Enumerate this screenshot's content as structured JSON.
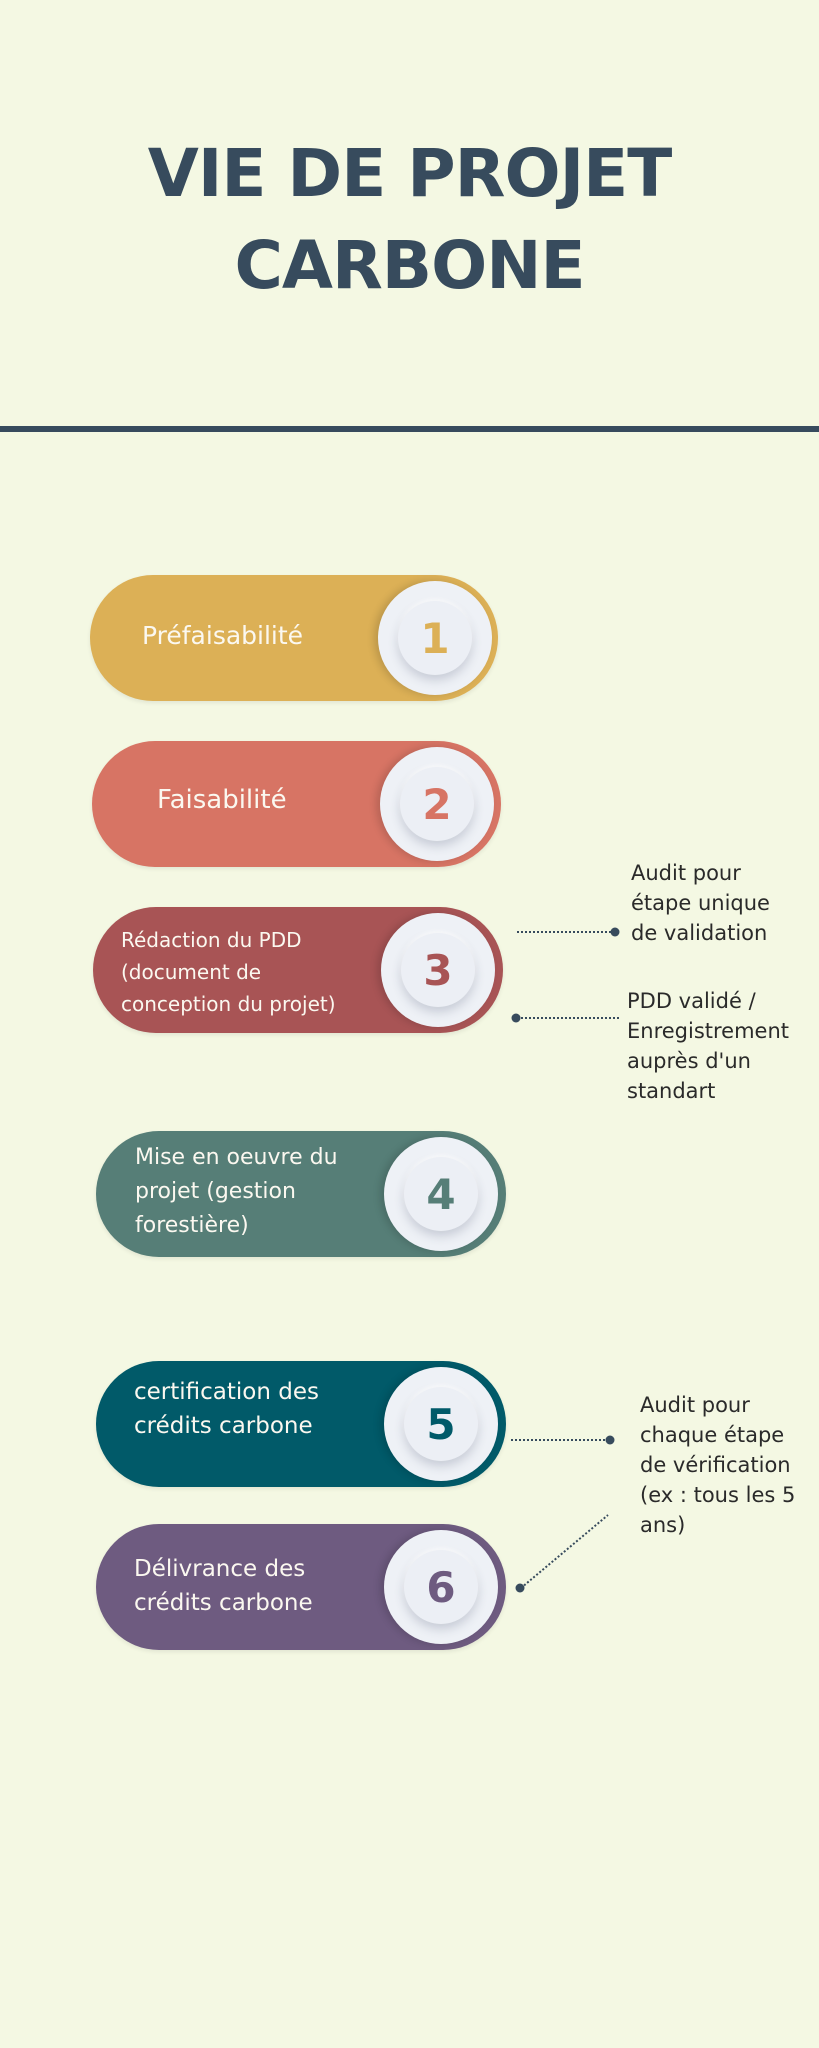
{
  "title": {
    "line1": "VIE DE PROJET",
    "line2": "CARBONE"
  },
  "steps": [
    {
      "number": "1",
      "label": "Préfaisabilité",
      "color": "#dcb056"
    },
    {
      "number": "2",
      "label": "Faisabilité",
      "color": "#d77464"
    },
    {
      "number": "3",
      "label": "Rédaction du PDD\n(document de\nconception du projet)",
      "color": "#a85455"
    },
    {
      "number": "4",
      "label": "Mise en oeuvre du\nprojet  (gestion\nforestière)",
      "color": "#567e77"
    },
    {
      "number": "5",
      "label": "certification des\ncrédits carbone",
      "color": "#015a69"
    },
    {
      "number": "6",
      "label": "Délivrance des\ncrédits carbone",
      "color": "#6e5b80"
    }
  ],
  "notes": {
    "audit_validation": "Audit pour\nétape unique\nde validation",
    "pdd_valide": "PDD validé /\nEnregistrement\nauprès d'un\nstandart",
    "audit_verification": "Audit pour\nchaque étape\nde vérification\n(ex : tous les 5\nans)"
  },
  "colors": {
    "title": "#374b5d",
    "background": "#f4f8e3",
    "connector": "#374b5d"
  }
}
